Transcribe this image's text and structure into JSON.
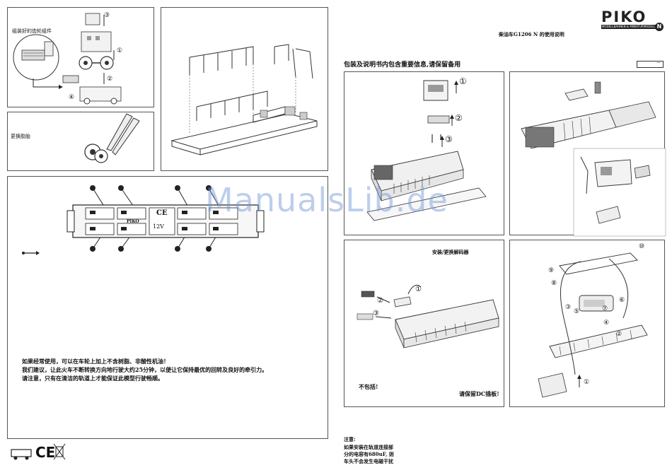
{
  "brand": {
    "name": "PIKO",
    "sub": "MODELLBAHNEN & MINIATURMODELLE",
    "badge": "N"
  },
  "header": {
    "title": "柴油车G1206 N 的使用说明",
    "notice": "包装及说明书内包含重要信息,请保留备用",
    "article_box": "—"
  },
  "left": {
    "wheel_change_label": "组装好的齿轮组件",
    "tire_change_label": "更换胶胎",
    "step_numbers": [
      "①",
      "②",
      "③",
      "④"
    ],
    "board_labels": {
      "ce": "CE",
      "voltage": "12V",
      "logo": "PIKO"
    },
    "direction_symbol": "→",
    "care_lines": [
      "如果经常使用，可以在车轮上加上不含树脂、非酸性机油！",
      "我们建议，让此火车不断转换方向地行驶大约25分钟，以便让它保持最优的回转及良好的牵引力。",
      "请注意，只有在清洁的轨道上才能保证此模型行驶畅顺。"
    ],
    "footer_marks": [
      "CE"
    ]
  },
  "right": {
    "disassembly_steps": [
      "①",
      "②",
      "③"
    ],
    "decoder_title": "安装/更换解码器",
    "decoder_steps": [
      "①",
      "②",
      "③"
    ],
    "not_included": "不包括!",
    "keep_dc": "请保留DC插板!",
    "lighting_steps": [
      "①",
      "②",
      "③",
      "④",
      "⑤",
      "⑥",
      "⑦",
      "⑧",
      "⑨",
      "⑩"
    ],
    "note_title": "注意:",
    "note_lines": [
      "如果安装在轨道连接部",
      "分的电容有680uF, 则",
      "车头不会发生电磁干扰"
    ]
  },
  "watermark": "ManualsLib.de"
}
